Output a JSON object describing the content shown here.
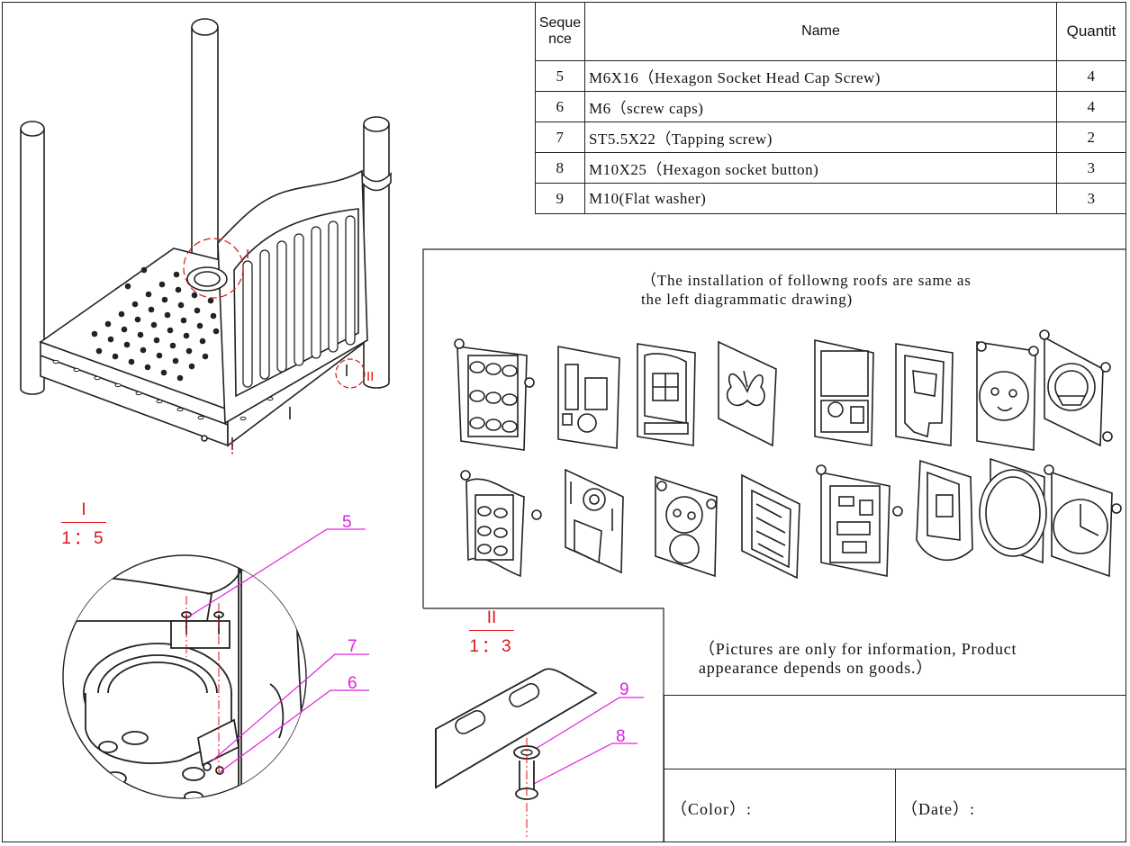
{
  "parts_table": {
    "headers": {
      "sequence": "Seque\nnce",
      "name": "Name",
      "quantity": "Quantit"
    },
    "rows": [
      {
        "seq": "5",
        "name": "M6X16（Hexagon Socket Head Cap Screw)",
        "qty": "4"
      },
      {
        "seq": "6",
        "name": "M6（screw caps)",
        "qty": "4"
      },
      {
        "seq": "7",
        "name": "ST5.5X22（Tapping screw)",
        "qty": "2"
      },
      {
        "seq": "8",
        "name": "M10X25（Hexagon socket button)",
        "qty": "3"
      },
      {
        "seq": "9",
        "name": "M10(Flat washer)",
        "qty": "3"
      }
    ]
  },
  "notes": {
    "roofs": "（The installation of followng roofs are same as\nthe left diagrammatic drawing)",
    "pictures": "（Pictures are only for information, Product\nappearance depends on goods.）"
  },
  "details": {
    "detail_1": {
      "label": "I",
      "scale": "1：5"
    },
    "detail_2": {
      "label": "II",
      "scale": "1：3"
    },
    "marker_1": "I",
    "marker_2": "II"
  },
  "callouts": {
    "c5": "5",
    "c7": "7",
    "c6": "6",
    "c9": "9",
    "c8": "8"
  },
  "title_block": {
    "color_label": "（Color）:",
    "date_label": "（Date）:"
  },
  "colors": {
    "line": "#222222",
    "detail_red": "#e0141c",
    "callout_magenta": "#e020e0"
  },
  "panel_icons": [
    "barrel-panel-icon",
    "phone-panel-icon",
    "window-panel-icon",
    "butterfly-panel-icon",
    "desk-panel-icon",
    "robot-panel-icon",
    "tiger-panel-icon",
    "dial-panel-icon",
    "barrel-panel-icon",
    "gear-panel-icon",
    "bear-panel-icon",
    "grill-panel-icon",
    "circuit-panel-icon",
    "transformer-panel-icon",
    "porthole-panel-icon",
    "clock-panel-icon"
  ]
}
